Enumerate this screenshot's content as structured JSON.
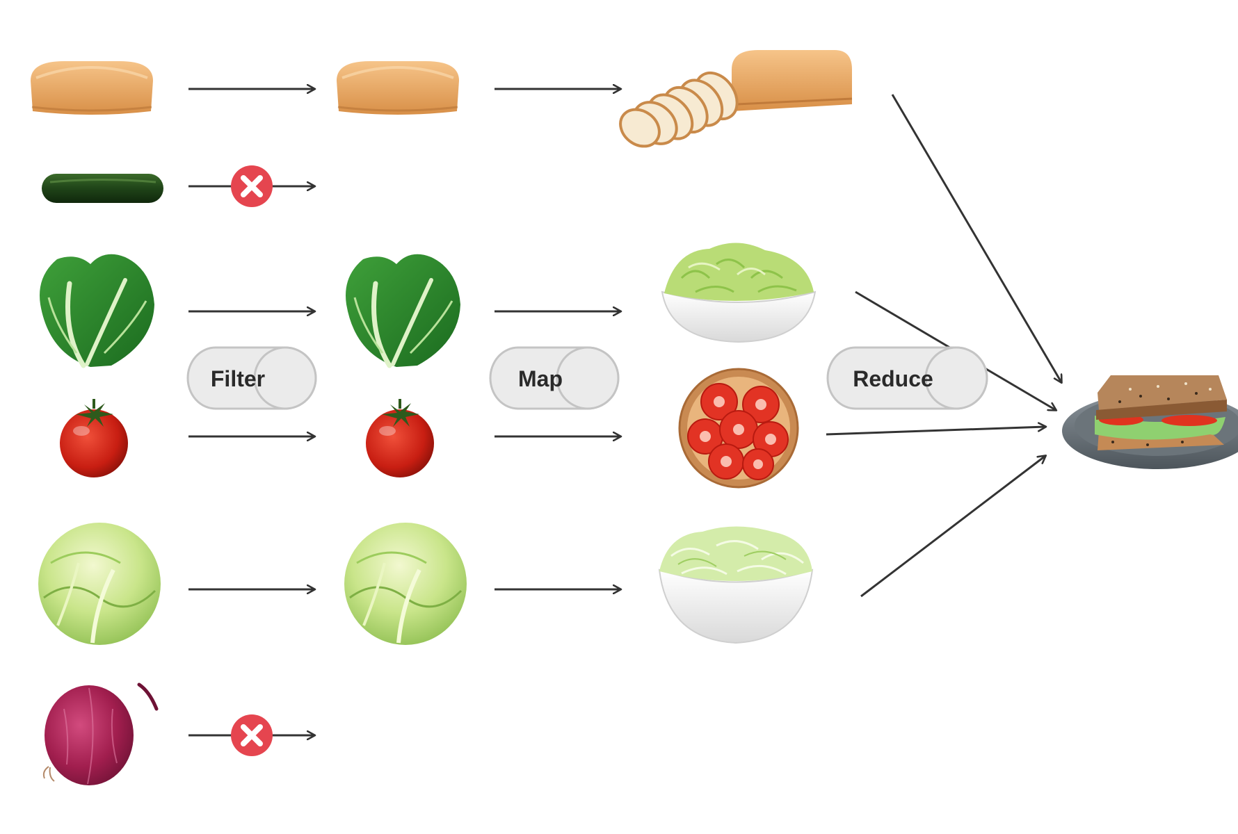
{
  "diagram": {
    "stages": {
      "filter": {
        "label": "Filter"
      },
      "map": {
        "label": "Map"
      },
      "reduce": {
        "label": "Reduce"
      }
    },
    "inputs": [
      {
        "item": "bread-loaf",
        "filtered_out": false
      },
      {
        "item": "cucumber",
        "filtered_out": true
      },
      {
        "item": "lettuce",
        "filtered_out": false
      },
      {
        "item": "tomato",
        "filtered_out": false
      },
      {
        "item": "cabbage",
        "filtered_out": false
      },
      {
        "item": "red-onion",
        "filtered_out": true
      }
    ],
    "mapped_outputs": [
      {
        "from": "bread-loaf",
        "to": "sliced-bread"
      },
      {
        "from": "lettuce",
        "to": "bowl-of-chopped-lettuce"
      },
      {
        "from": "tomato",
        "to": "bowl-of-sliced-tomatoes"
      },
      {
        "from": "cabbage",
        "to": "bowl-of-shredded-cabbage"
      }
    ],
    "reduced_output": {
      "item": "sandwich"
    },
    "icons": {
      "rejected": "x-circle-icon",
      "arrow": "arrow-right-icon"
    },
    "colors": {
      "arrow": "#333333",
      "reject": "#e5454f",
      "stage_fill": "#ebebeb",
      "stage_stroke": "#c4c4c4"
    }
  }
}
